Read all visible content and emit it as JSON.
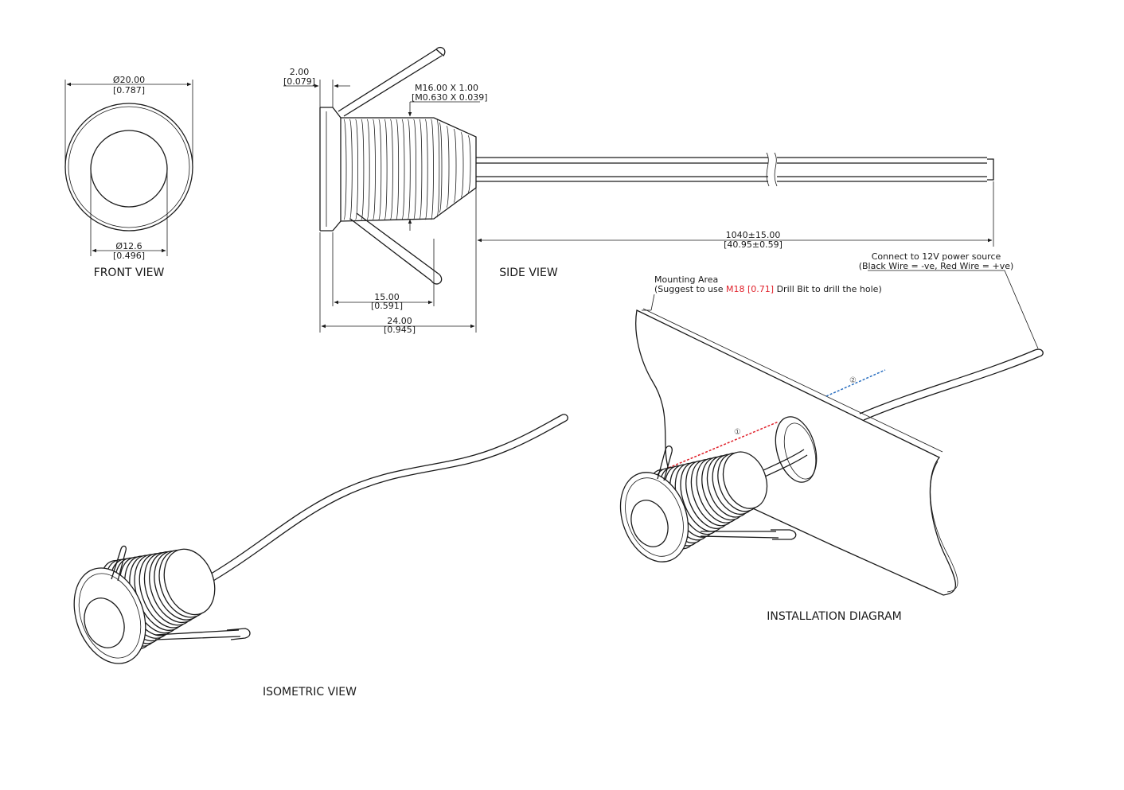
{
  "views": {
    "front": {
      "title": "FRONT VIEW",
      "outer_diameter": "Ø20.00",
      "outer_diameter_in": "[0.787]",
      "inner_diameter": "Ø12.6",
      "inner_diameter_in": "[0.496]"
    },
    "side": {
      "title": "SIDE VIEW",
      "flange": "2.00",
      "flange_in": "[0.079]",
      "thread": "M16.00 X 1.00",
      "thread_in": "[M0.630 X 0.039]",
      "thread_length": "15.00",
      "thread_length_in": "[0.591]",
      "body_length": "24.00",
      "body_length_in": "[0.945]",
      "cable_length": "1040±15.00",
      "cable_length_in": "[40.95±0.59]"
    },
    "isometric": {
      "title": "ISOMETRIC VIEW"
    },
    "installation": {
      "title": "INSTALLATION DIAGRAM",
      "power_line1": "Connect to 12V power source",
      "power_line2": "(Black Wire = -ve, Red Wire = +ve)",
      "mount_line1": "Mounting Area",
      "mount_prefix": "(Suggest to use ",
      "mount_drill": "M18 [0.71]",
      "mount_suffix": " Drill Bit to drill the hole)",
      "step1": "①",
      "step2": "②"
    }
  },
  "colors": {
    "line": "#1a1a1a",
    "highlight_red": "#e0202a",
    "step1_line": "#e0202a",
    "step2_line": "#2a6fc0"
  }
}
